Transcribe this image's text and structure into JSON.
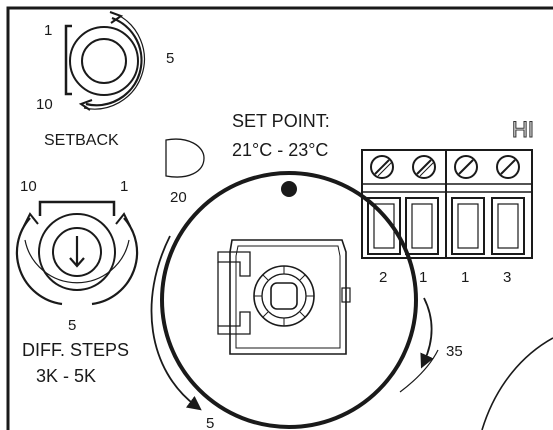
{
  "setback": {
    "dial_low": "1",
    "dial_high": "5",
    "dial_min": "10",
    "label": "SETBACK"
  },
  "setpoint": {
    "title": "SET POINT:",
    "range": "21°C - 23°C",
    "scale_low": "20",
    "scale_high": "35",
    "scale_bottom": "5"
  },
  "diff_steps": {
    "dial_left": "10",
    "dial_right": "1",
    "value": "5",
    "label": "DIFF. STEPS",
    "range": "3K - 5K"
  },
  "terminal_block": {
    "badge": "HI",
    "terminals": [
      "2",
      "1",
      "1",
      "3"
    ]
  },
  "colors": {
    "ink": "#1a1a1a",
    "background": "#ffffff"
  }
}
